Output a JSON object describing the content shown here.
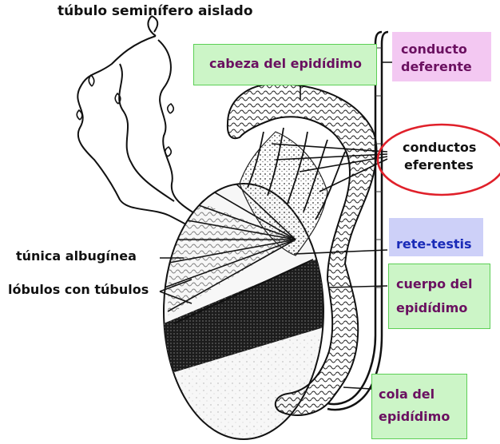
{
  "labels": {
    "tubulo_seminifero": "túbulo seminífero aislado",
    "cabeza_epididimo": "cabeza del epidídimo",
    "conducto_deferente_1": "conducto",
    "conducto_deferente_2": "deferente",
    "conductos_eferentes_1": "conductos",
    "conductos_eferentes_2": "eferentes",
    "tunica_albuginea": "túnica albugínea",
    "lobulos": "lóbulos con túbulos",
    "rete_testis": "rete-testis",
    "cuerpo_epididimo_1": "cuerpo del",
    "cuerpo_epididimo_2": "epidídimo",
    "cola_epididimo_1": "cola del",
    "cola_epididimo_2": "epidídimo"
  },
  "colors": {
    "green_box": "#ccf5c7",
    "pink_box": "#f3c8f2",
    "blue_box": "#cdd0f8",
    "highlight_ring": "#e0202a",
    "ink": "#111111",
    "purple_text": "#6a1060",
    "blue_text": "#1a2bb8"
  }
}
